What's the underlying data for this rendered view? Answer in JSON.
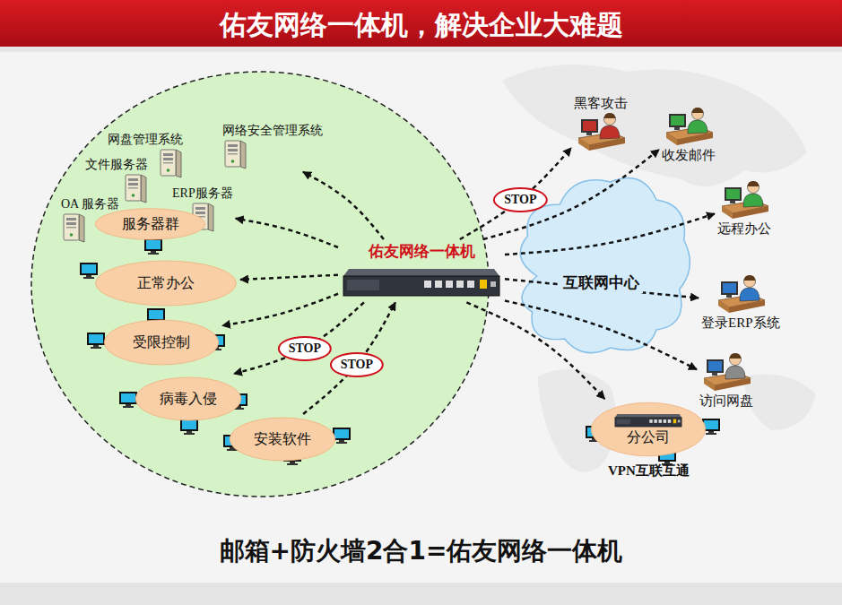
{
  "diagram": {
    "title": "佑友网络一体机，解决企业大难题",
    "caption": "邮箱+防火墙2合1=佑友网络一体机",
    "nodes": [
      {
        "text": [
          "网盘管理系统"
        ]
      },
      {
        "text": [
          "网络安全管理系统"
        ]
      },
      {
        "text": [
          "文件服务器"
        ]
      },
      {
        "text": [
          "ERP服务器"
        ]
      },
      {
        "text": [
          "OA 服务器"
        ]
      },
      {
        "text": [
          "服务器群"
        ]
      },
      {
        "text": [
          "正常办公"
        ]
      },
      {
        "text": [
          "受限控制"
        ]
      },
      {
        "text": [
          "病毒入侵"
        ]
      },
      {
        "text": [
          "安装软件"
        ]
      },
      {
        "text": [
          "佑友网络一体机"
        ]
      },
      {
        "text": [
          "互联网中心"
        ]
      },
      {
        "text": [
          "黑客攻击"
        ]
      },
      {
        "text": [
          "收发邮件"
        ]
      },
      {
        "text": [
          "远程办公"
        ]
      },
      {
        "text": [
          "登录ERP系统"
        ]
      },
      {
        "text": [
          "访问网盘"
        ]
      },
      {
        "text": [
          "分公司"
        ]
      }
    ],
    "edges": [
      {
        "from": 10,
        "to": 1,
        "arrow": "to"
      },
      {
        "from": 10,
        "to": 3,
        "arrow": "to"
      },
      {
        "from": 10,
        "to": 6,
        "arrow": "to"
      },
      {
        "from": 10,
        "to": 7,
        "arrow": "to"
      },
      {
        "from": 10,
        "to": 8,
        "label": "STOP",
        "arrow": "to"
      },
      {
        "from": 9,
        "to": 10,
        "label": "STOP",
        "arrow": "to"
      },
      {
        "from": 10,
        "to": 12,
        "label": "STOP",
        "arrow": "to"
      },
      {
        "from": 10,
        "to": 13,
        "arrow": "to"
      },
      {
        "from": 10,
        "to": 14,
        "arrow": "to"
      },
      {
        "from": 10,
        "to": 15,
        "arrow": "to"
      },
      {
        "from": 10,
        "to": 16,
        "arrow": "to"
      },
      {
        "from": 10,
        "to": 17,
        "arrow": "to"
      }
    ],
    "labels": [
      "VPN互联互通"
    ]
  }
}
